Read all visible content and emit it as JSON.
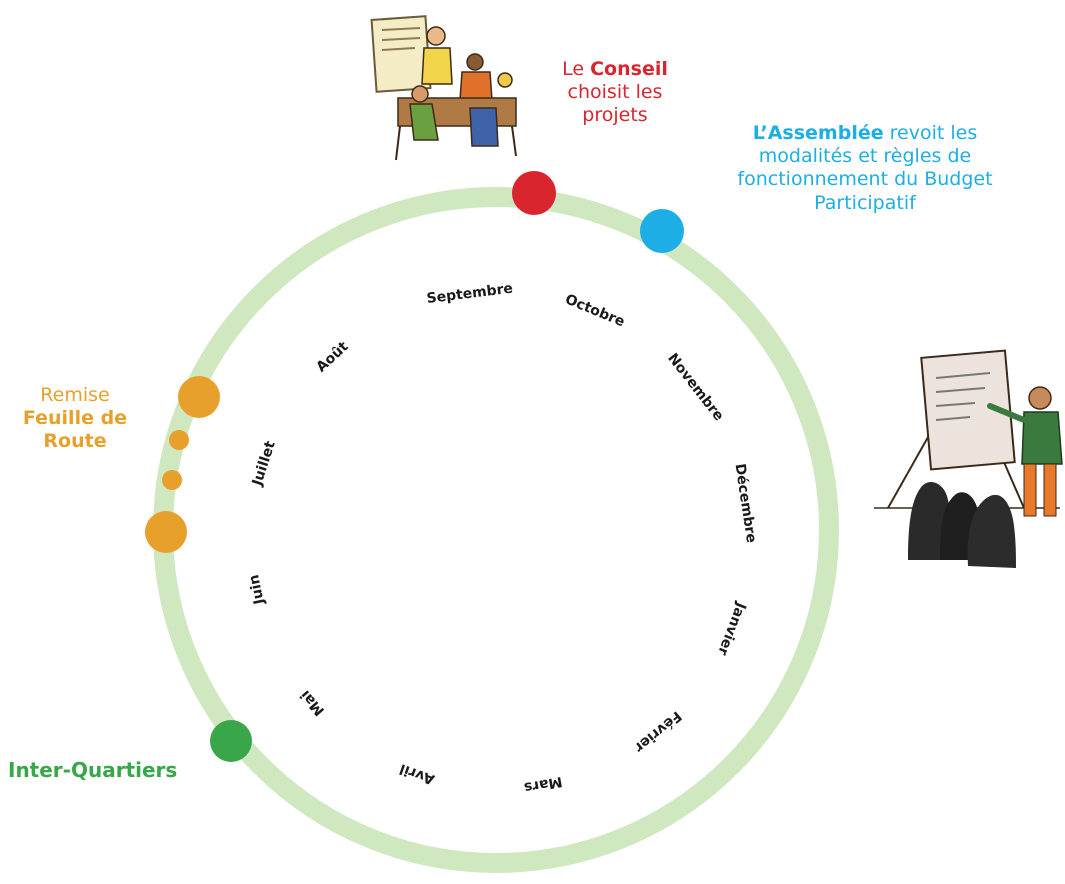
{
  "colors": {
    "ring": "#cfe8c0",
    "conseil": "#d9262e",
    "assemblee": "#1eaee6",
    "remise": "#e8a02c",
    "interquartiers": "#3aa64a"
  },
  "labels": {
    "conseil": {
      "prefix": "Le ",
      "bold": "Conseil",
      "rest": "choisit les projets"
    },
    "assemblee": {
      "bold": "L’Assemblée",
      "rest": " revoit les modalités et règles de fonctionnement du Budget Participatif"
    },
    "remise": {
      "line1": "Remise",
      "bold": "Feuille de Route"
    },
    "interquartiers": "Inter-Quartiers"
  },
  "months": [
    "Septembre",
    "Octobre",
    "Novembre",
    "Décembre",
    "Janvier",
    "Février",
    "Mars",
    "Avril",
    "Mai",
    "Juin",
    "Juillet",
    "Août"
  ],
  "icons": {
    "meeting": "meeting-illustration-icon",
    "presentation": "presentation-illustration-icon"
  }
}
